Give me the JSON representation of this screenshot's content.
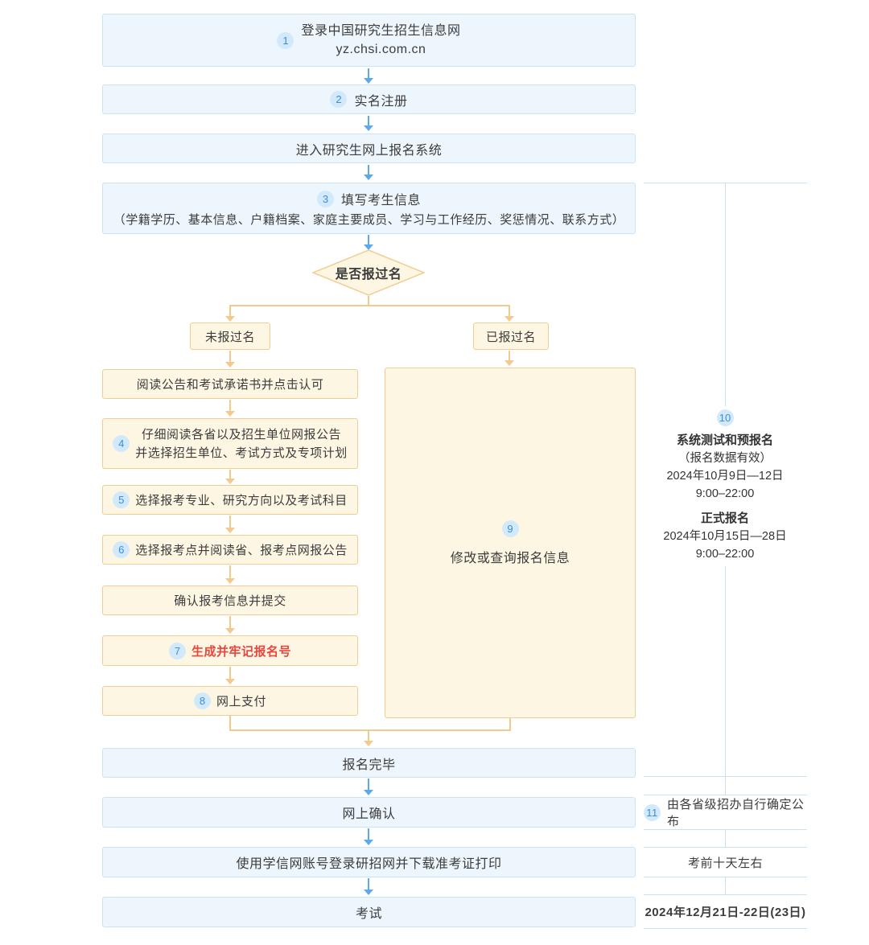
{
  "flow": {
    "step1": {
      "badge": "1",
      "line1": "登录中国研究生招生信息网",
      "line2": "yz.chsi.com.cn"
    },
    "step2": {
      "badge": "2",
      "label": "实名注册"
    },
    "enter_system": {
      "label": "进入研究生网上报名系统"
    },
    "step3": {
      "badge": "3",
      "title": "填写考生信息",
      "detail": "（学籍学历、基本信息、户籍档案、家庭主要成员、学习与工作经历、奖惩情况、联系方式）"
    },
    "decision": {
      "label": "是否报过名"
    },
    "branch_no": {
      "label": "未报过名"
    },
    "branch_yes": {
      "label": "已报过名"
    },
    "read_notice": {
      "label": "阅读公告和考试承诺书并点击认可"
    },
    "step4": {
      "badge": "4",
      "line1": "仔细阅读各省以及招生单位网报公告",
      "line2": "并选择招生单位、考试方式及专项计划"
    },
    "step5": {
      "badge": "5",
      "label": "选择报考专业、研究方向以及考试科目"
    },
    "step6": {
      "badge": "6",
      "label": "选择报考点并阅读省、报考点网报公告"
    },
    "confirm_submit": {
      "label": "确认报考信息并提交"
    },
    "step7": {
      "badge": "7",
      "label": "生成并牢记报名号"
    },
    "step8": {
      "badge": "8",
      "label": "网上支付"
    },
    "step9": {
      "badge": "9",
      "label": "修改或查询报名信息"
    },
    "finish": {
      "label": "报名完毕"
    },
    "online_confirm": {
      "label": "网上确认"
    },
    "download_print": {
      "label": "使用学信网账号登录研招网并下载准考证打印"
    },
    "exam": {
      "label": "考试"
    }
  },
  "sidebar": {
    "step10": {
      "badge": "10",
      "title1": "系统测试和预报名",
      "note": "（报名数据有效）",
      "date1": "2024年10月9日—12日",
      "time1": "9:00–22:00",
      "title2": "正式报名",
      "date2": "2024年10月15日—28日",
      "time2": "9:00–22:00"
    },
    "step11": {
      "badge": "11",
      "label": "由各省级招办自行确定公布"
    },
    "before_exam": {
      "label": "考前十天左右"
    },
    "exam_date": {
      "label": "2024年12月21日-22日(23日)"
    }
  },
  "colors": {
    "blue_box_bg": "#edf6fd",
    "blue_box_border": "#cbe3f5",
    "orange_box_bg": "#fdf6e3",
    "orange_box_border": "#f2cd93",
    "badge_bg": "#d2e9fb",
    "badge_text": "#3a8ed7",
    "blue_arrow": "#5ea9e9",
    "orange_arrow": "#f3c98c",
    "red_text": "#e8463f",
    "panel_line": "#c9e1f2"
  }
}
